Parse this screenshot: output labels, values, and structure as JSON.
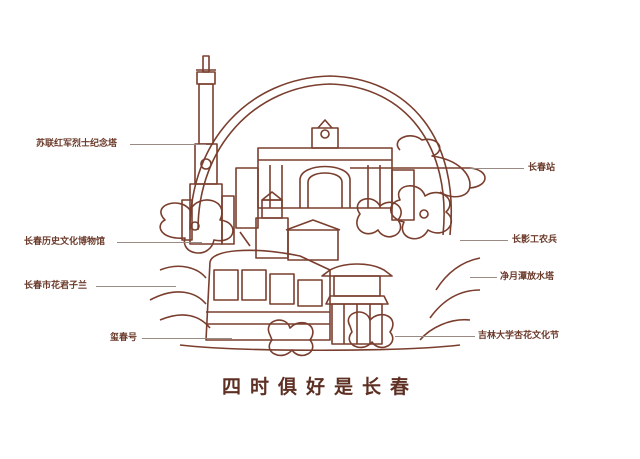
{
  "colors": {
    "line": "#7a3e2e",
    "text": "#6b3a2a",
    "leader": "#9a8a84"
  },
  "labels": {
    "martyrs_tower": "苏联红军烈士纪念塔",
    "history_museum": "长春历史文化博物馆",
    "city_flower": "长春市花君子兰",
    "xichun_tram": "玺春号",
    "changchun_station": "长春站",
    "film_studio": "长影工农兵",
    "jingyuetan_tower": "净月潭放水塔",
    "jilin_univ_festival": "吉林大学杏花文化节"
  },
  "title": "四时俱好是长春"
}
